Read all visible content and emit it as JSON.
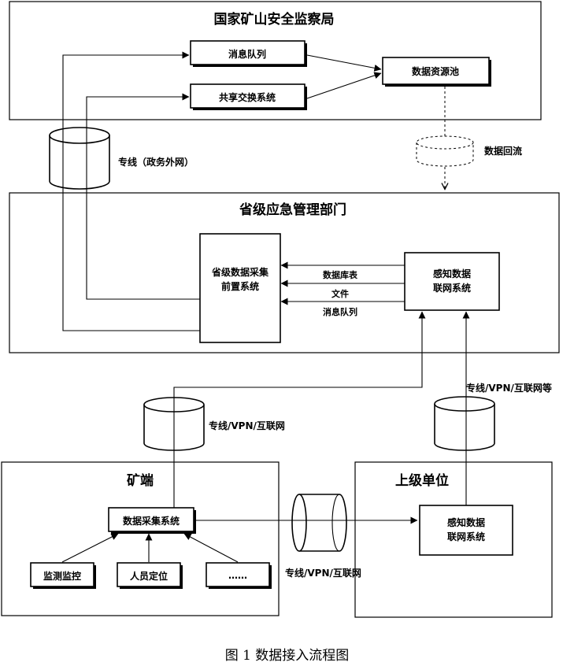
{
  "national": {
    "title": "国家矿山安全监察局",
    "message_queue": "消息队列",
    "shared_exchange": "共享交换系统",
    "data_pool": "数据资源池"
  },
  "links": {
    "dedicated_egov": "专线（政务外网）",
    "data_backflow": "数据回流",
    "dedicated_vpn_internet_left": "专线/VPN/互联网",
    "dedicated_vpn_internet_etc": "专线/VPN/互联网等",
    "dedicated_vpn_internet_bottom": "专线/VPN/互联网"
  },
  "provincial": {
    "title": "省级应急管理部门",
    "front_system_line1": "省级数据采集",
    "front_system_line2": "前置系统",
    "sensing_line1": "感知数据",
    "sensing_line2": "联网系统",
    "arrow_database": "数据库表",
    "arrow_file": "文件",
    "arrow_message_queue": "消息队列"
  },
  "mine": {
    "title": "矿端",
    "collection_system": "数据采集系统",
    "monitoring": "监测监控",
    "personnel_positioning": "人员定位",
    "more": "……"
  },
  "superior": {
    "title": "上级单位",
    "sensing_line1": "感知数据",
    "sensing_line2": "联网系统"
  },
  "caption": "图 1  数据接入流程图"
}
